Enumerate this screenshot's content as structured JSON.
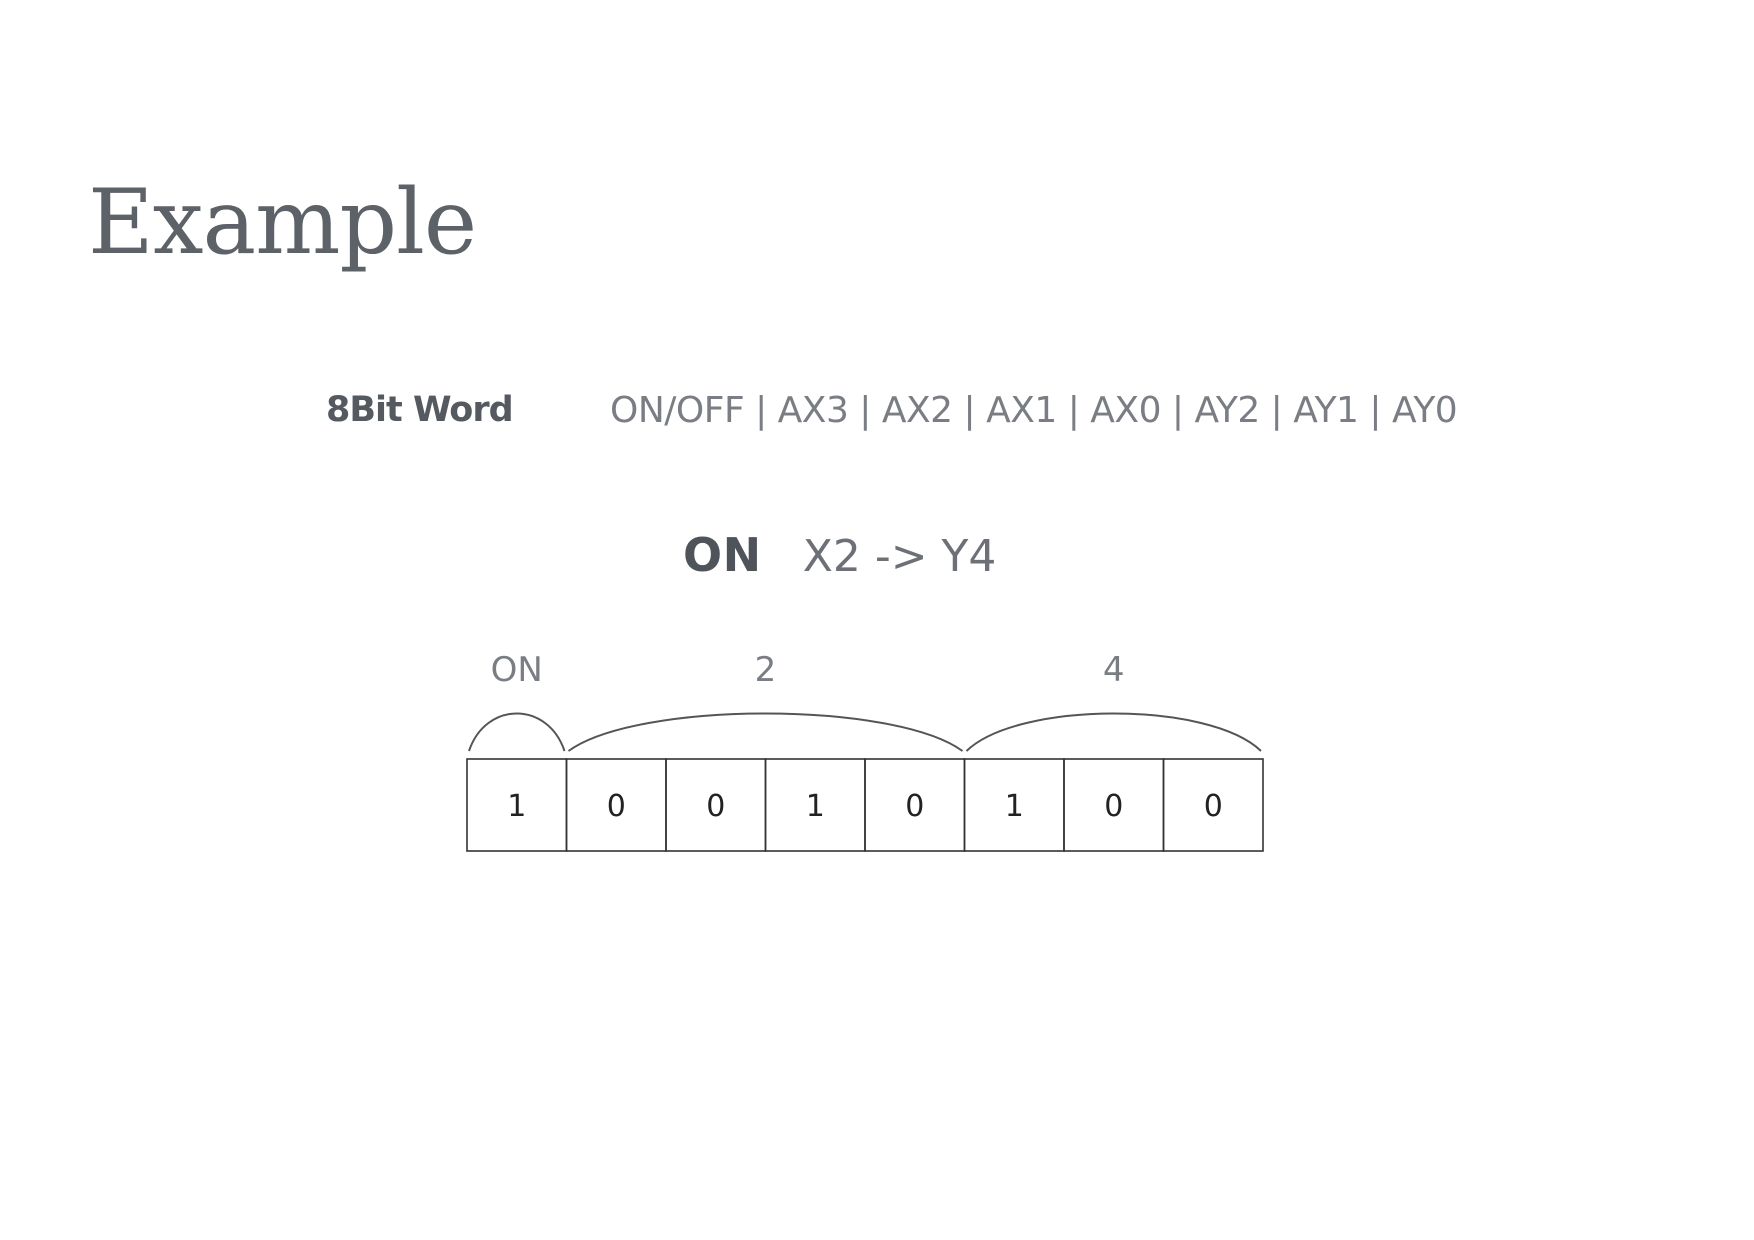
{
  "title": "Example",
  "word": {
    "label": "8Bit Word",
    "format": "ON/OFF | AX3 | AX2 | AX1 | AX0 | AY2 | AY1 | AY0"
  },
  "example": {
    "state": "ON",
    "mapping": "X2 -> Y4"
  },
  "groups": [
    {
      "label": "ON",
      "first_bit": 0,
      "last_bit": 0
    },
    {
      "label": "2",
      "first_bit": 1,
      "last_bit": 4
    },
    {
      "label": "4",
      "first_bit": 5,
      "last_bit": 7
    }
  ],
  "bits": [
    "1",
    "0",
    "0",
    "1",
    "0",
    "1",
    "0",
    "0"
  ],
  "colors": {
    "text": "#585c63",
    "line": "#333333"
  }
}
